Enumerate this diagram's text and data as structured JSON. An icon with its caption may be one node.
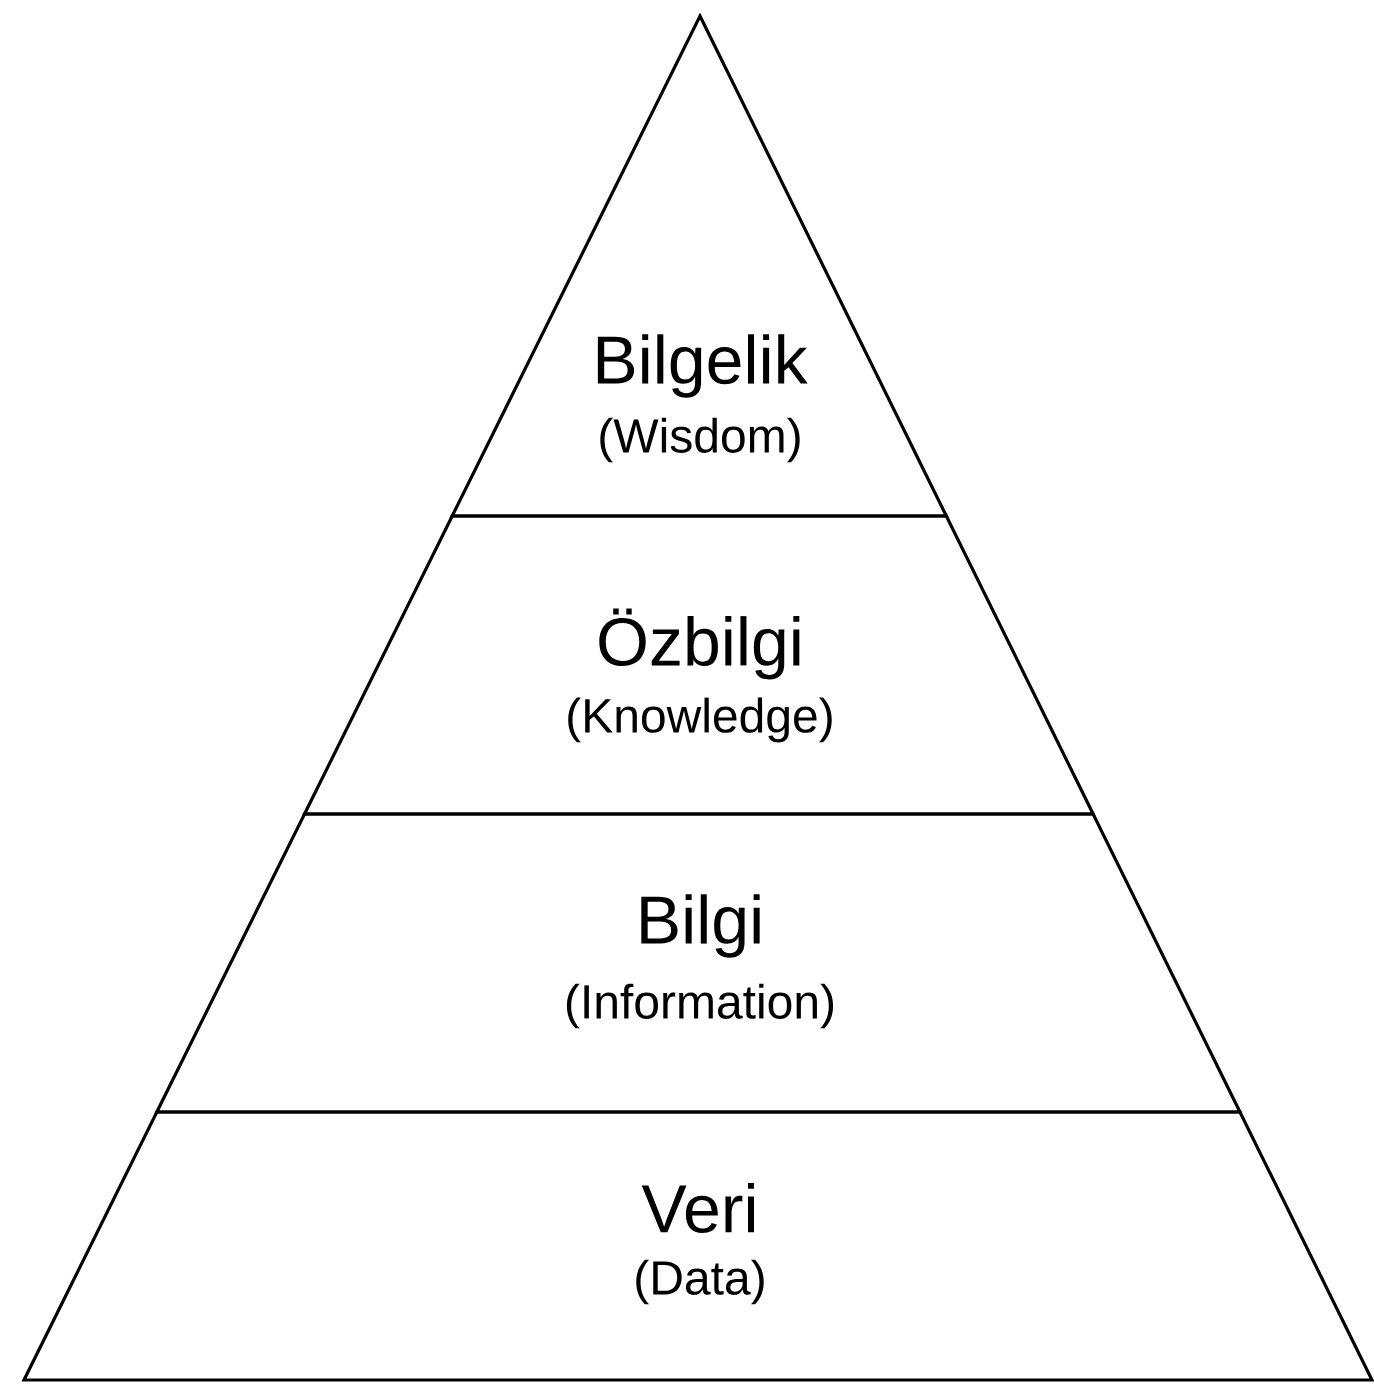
{
  "diagram": {
    "nodes": [
      {
        "text": [
          "Bilgelik",
          "(Wisdom)"
        ]
      },
      {
        "text": [
          "Özbilgi",
          "(Knowledge)"
        ]
      },
      {
        "text": [
          "Bilgi",
          "(Information)"
        ]
      },
      {
        "text": [
          "Veri",
          "(Data)"
        ]
      }
    ]
  }
}
